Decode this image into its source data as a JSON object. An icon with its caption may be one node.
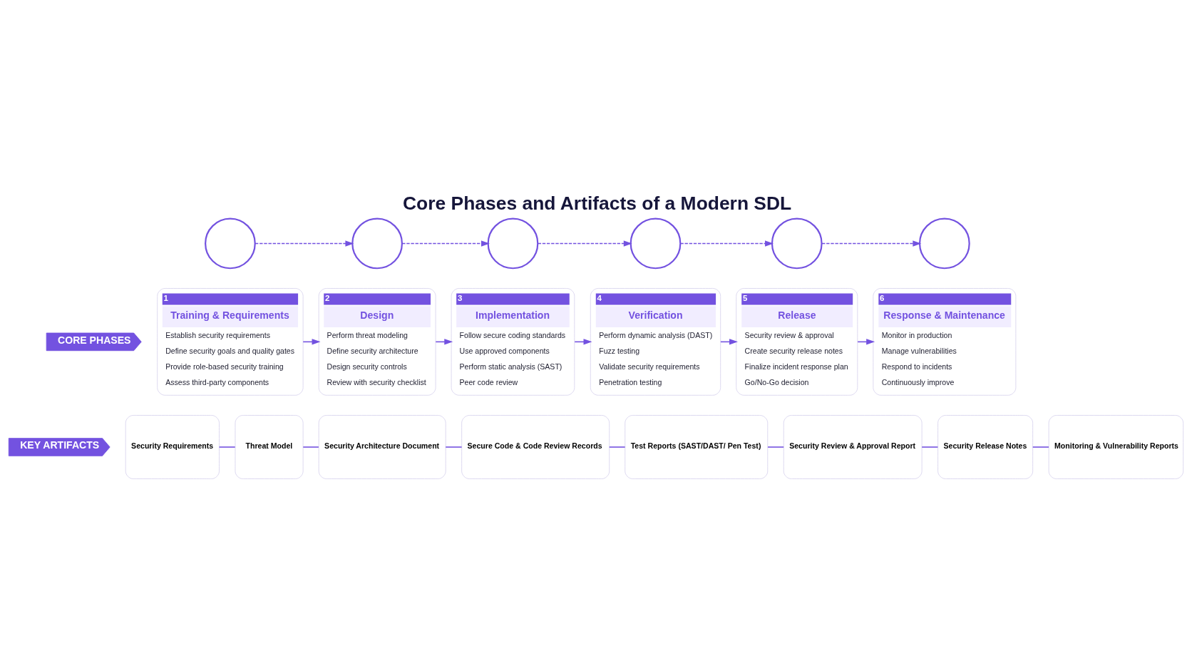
{
  "diagram": {
    "title": "Core Phases and Artifacts of a Modern SDL",
    "nodes": [
      {
        "text": [
          "CORE PHASES"
        ]
      },
      {
        "text": [],
        "shape": "circle"
      },
      {
        "text": [],
        "shape": "circle"
      },
      {
        "text": [],
        "shape": "circle"
      },
      {
        "text": [],
        "shape": "circle"
      },
      {
        "text": [],
        "shape": "circle"
      },
      {
        "text": [],
        "shape": "circle"
      },
      {
        "text": [
          "1",
          "Training & Requirements",
          "Establish security requirements",
          "Define security goals and quality gates",
          "Provide role-based security training",
          "Assess third-party components"
        ]
      },
      {
        "text": [
          "2",
          "Design",
          "Perform threat modeling",
          "Define security architecture",
          "Design security controls",
          "Review with security checklist"
        ]
      },
      {
        "text": [
          "3",
          "Implementation",
          "Follow secure coding standards",
          "Use approved components",
          "Perform static analysis (SAST)",
          "Peer code review"
        ]
      },
      {
        "text": [
          "4",
          "Verification",
          "Perform dynamic analysis (DAST)",
          "Fuzz testing",
          "Validate security requirements",
          "Penetration testing"
        ]
      },
      {
        "text": [
          "5",
          "Release",
          "Security review & approval",
          "Create security release notes",
          "Finalize incident response plan",
          "Go/No-Go decision"
        ]
      },
      {
        "text": [
          "6",
          "Response & Maintenance",
          "Monitor in production",
          "Manage vulnerabilities",
          "Respond to incidents",
          "Continuously improve"
        ]
      },
      {
        "text": [
          "KEY ARTIFACTS"
        ]
      },
      {
        "text": [
          "Security Requirements"
        ]
      },
      {
        "text": [
          "Threat Model"
        ]
      },
      {
        "text": [
          "Security Architecture Document"
        ]
      },
      {
        "text": [
          "Secure Code & Code Review Records"
        ]
      },
      {
        "text": [
          "Test Reports (SAST/DAST/ Pen Test)"
        ]
      },
      {
        "text": [
          "Security Review & Approval Report"
        ]
      },
      {
        "text": [
          "Security Release Notes"
        ]
      },
      {
        "text": [
          "Monitoring & Vulnerability Reports"
        ]
      }
    ],
    "edges": [
      {
        "from": 1,
        "to": 2,
        "arrow": "to",
        "style": "dashed"
      },
      {
        "from": 2,
        "to": 3,
        "arrow": "to",
        "style": "dashed"
      },
      {
        "from": 3,
        "to": 4,
        "arrow": "to",
        "style": "dashed"
      },
      {
        "from": 4,
        "to": 5,
        "arrow": "to",
        "style": "dashed"
      },
      {
        "from": 5,
        "to": 6,
        "arrow": "to",
        "style": "dashed"
      },
      {
        "from": 7,
        "to": 8,
        "arrow": "to"
      },
      {
        "from": 8,
        "to": 9,
        "arrow": "to"
      },
      {
        "from": 9,
        "to": 10,
        "arrow": "to"
      },
      {
        "from": 10,
        "to": 11,
        "arrow": "to"
      },
      {
        "from": 11,
        "to": 12,
        "arrow": "to"
      },
      {
        "from": 14,
        "to": 15,
        "arrow": "none"
      },
      {
        "from": 15,
        "to": 16,
        "arrow": "none"
      },
      {
        "from": 16,
        "to": 17,
        "arrow": "none"
      },
      {
        "from": 17,
        "to": 18,
        "arrow": "none"
      },
      {
        "from": 18,
        "to": 19,
        "arrow": "none"
      },
      {
        "from": 19,
        "to": 20,
        "arrow": "none"
      },
      {
        "from": 20,
        "to": 21,
        "arrow": "none"
      }
    ]
  }
}
